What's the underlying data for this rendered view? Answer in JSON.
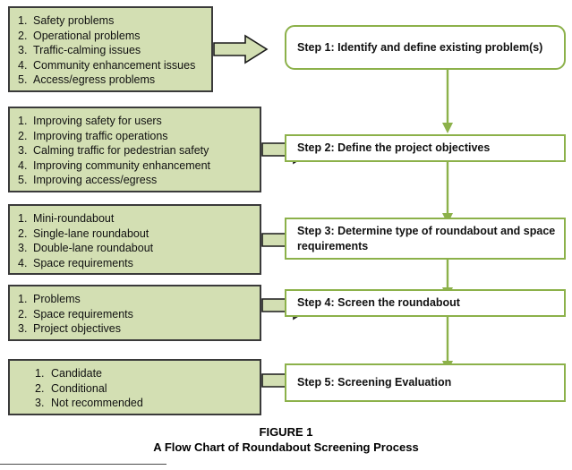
{
  "figure": {
    "caption_line1": "FIGURE 1",
    "caption_line2": "A Flow Chart of Roundabout Screening Process"
  },
  "colors": {
    "list_box_fill": "#d3dfb3",
    "list_box_border": "#3a3a3a",
    "step_box_border": "#8cb14a",
    "step_box_fill": "#ffffff",
    "arrow_fill": "#d3dfb3",
    "arrow_outline": "#1a1a1a",
    "connector": "#8cb14a"
  },
  "inputs": [
    {
      "id": "inputs-problems",
      "items": [
        {
          "num": "1.",
          "text": "Safety problems"
        },
        {
          "num": "2.",
          "text": "Operational problems"
        },
        {
          "num": "3.",
          "text": "Traffic-calming issues"
        },
        {
          "num": "4.",
          "text": "Community enhancement issues"
        },
        {
          "num": "5.",
          "text": "Access/egress problems"
        }
      ]
    },
    {
      "id": "inputs-objectives",
      "items": [
        {
          "num": "1.",
          "text": "Improving safety for users"
        },
        {
          "num": "2.",
          "text": "Improving traffic operations"
        },
        {
          "num": "3.",
          "text": "Calming traffic for pedestrian safety"
        },
        {
          "num": "4.",
          "text": "Improving community enhancement"
        },
        {
          "num": "5.",
          "text": "Improving access/egress"
        }
      ]
    },
    {
      "id": "inputs-roundabout-types",
      "items": [
        {
          "num": "1.",
          "text": "Mini-roundabout"
        },
        {
          "num": "2.",
          "text": "Single-lane roundabout"
        },
        {
          "num": "3.",
          "text": "Double-lane roundabout"
        },
        {
          "num": "4.",
          "text": "Space requirements"
        }
      ]
    },
    {
      "id": "inputs-screening",
      "items": [
        {
          "num": "1.",
          "text": "Problems"
        },
        {
          "num": "2.",
          "text": "Space requirements"
        },
        {
          "num": "3.",
          "text": "Project objectives"
        }
      ]
    },
    {
      "id": "inputs-evaluation",
      "items": [
        {
          "num": "1.",
          "text": "Candidate"
        },
        {
          "num": "2.",
          "text": "Conditional"
        },
        {
          "num": "3.",
          "text": "Not recommended"
        }
      ]
    }
  ],
  "steps": [
    {
      "id": "step-1",
      "label": "Step 1: Identify and define existing problem(s)"
    },
    {
      "id": "step-2",
      "label": "Step 2: Define the project objectives"
    },
    {
      "id": "step-3",
      "label": "Step 3: Determine type of roundabout and space requirements"
    },
    {
      "id": "step-4",
      "label": "Step 4: Screen the roundabout"
    },
    {
      "id": "step-5",
      "label": "Step 5: Screening Evaluation"
    }
  ]
}
